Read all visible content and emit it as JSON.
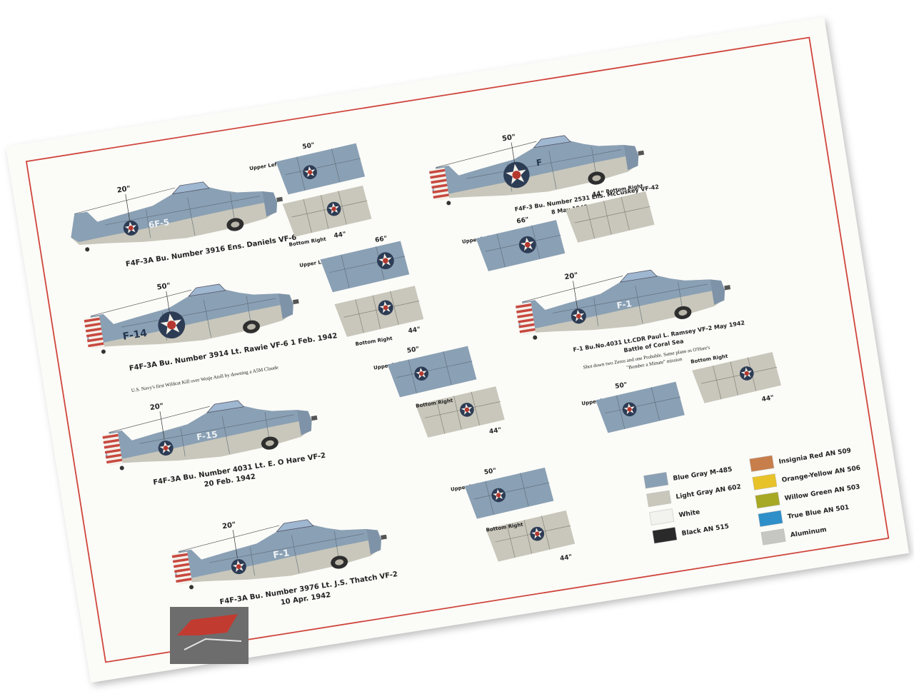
{
  "colors": {
    "blue_gray": "#8aa0b4",
    "light_gray": "#c9c7bb",
    "white": "#f2f2ee",
    "black": "#2a2a2a",
    "insignia_red": "#c77e4a",
    "orange_yellow": "#e8c229",
    "willow_green": "#a7a824",
    "true_blue": "#2f8fc8",
    "aluminum": "#c6c6c2",
    "border_red": "#d0453c",
    "roundel_blue": "#2d3c55",
    "roundel_red": "#b5382f"
  },
  "aircraft": [
    {
      "caption": "F4F-3A Bu. Number 3916 Ens. Daniels  VF-6",
      "code": "6F-5",
      "dim": "20\""
    },
    {
      "caption": "F4F-3A Bu. Number 3914 Lt. Rawie VF-6 1 Feb. 1942",
      "note": "U.S. Navy's first  Wildcat Kill over Wotje Atoll by downing a A5M Claude",
      "code": "F-14",
      "dim": "50\""
    },
    {
      "caption": "F4F-3A Bu. Number 4031 Lt. E. O Hare  VF-2",
      "date": "20 Feb. 1942",
      "code": "F-15",
      "dim": "20\""
    },
    {
      "caption": "F4F-3A Bu. Number 3976 Lt. J.S. Thatch  VF-2",
      "date": "10 Apr. 1942",
      "code": "F-1",
      "dim": "20\""
    },
    {
      "caption": "F4F-3 Bu. Number 2531 Ens. McCuskey VF-42",
      "date": "8 May 1942",
      "code": "F",
      "dim": "50\""
    },
    {
      "caption": "F-1 Bu.No.4031 Lt.CDR Paul L. Ramsey VF-2  May 1942",
      "subtitle": "Battle of Coral Sea",
      "note1": "Shot down two Zeros and one Probable. Same plane as O'Hare's",
      "note2": "\"Bomber a Minute\" mission",
      "code": "F-1",
      "dim": "20\""
    }
  ],
  "wing_labels": {
    "upper_left": "Upper Left",
    "bottom_right": "Bottom Right",
    "d50": "50\"",
    "d66": "66\"",
    "d44": "44\""
  },
  "legend": [
    {
      "label": "Blue Gray M-485",
      "color": "#8aa0b4"
    },
    {
      "label": "Light Gray AN 602",
      "color": "#c9c7bb"
    },
    {
      "label": "White",
      "color": "#f2f2ee"
    },
    {
      "label": "Black AN 515",
      "color": "#2a2a2a"
    },
    {
      "label": "Insignia Red AN 509",
      "color": "#c77e4a"
    },
    {
      "label": "Orange-Yellow AN 506",
      "color": "#e8c229"
    },
    {
      "label": "Willow Green AN 503",
      "color": "#a7a824"
    },
    {
      "label": "True Blue AN 501",
      "color": "#2f8fc8"
    },
    {
      "label": "Aluminum",
      "color": "#c6c6c2"
    }
  ]
}
